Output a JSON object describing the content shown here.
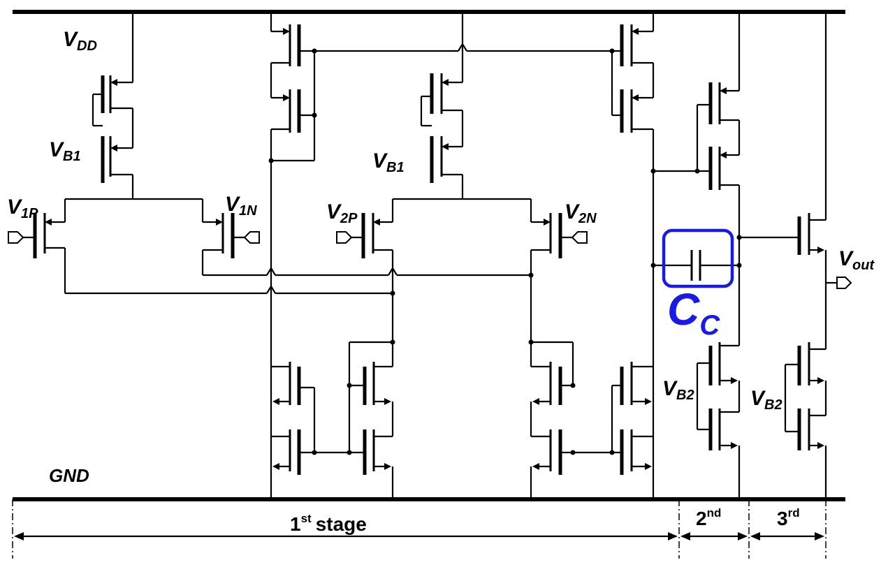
{
  "labels": {
    "vdd": {
      "main": "V",
      "sub": "DD"
    },
    "gnd": "GND",
    "vb1_left": {
      "main": "V",
      "sub": "B1"
    },
    "vb1_mid": {
      "main": "V",
      "sub": "B1"
    },
    "vb2_left": {
      "main": "V",
      "sub": "B2"
    },
    "vb2_right": {
      "main": "V",
      "sub": "B2"
    },
    "v1p": {
      "main": "V",
      "sub": "1P"
    },
    "v1n": {
      "main": "V",
      "sub": "1N"
    },
    "v2p": {
      "main": "V",
      "sub": "2P"
    },
    "v2n": {
      "main": "V",
      "sub": "2N"
    },
    "vout": {
      "main": "V",
      "sub": "out"
    },
    "cc": {
      "main": "C",
      "sub": "C"
    }
  },
  "stages": [
    {
      "num": "1",
      "sup": "st",
      "word": "stage"
    },
    {
      "num": "2",
      "sup": "nd",
      "word": ""
    },
    {
      "num": "3",
      "sup": "rd",
      "word": ""
    }
  ],
  "colors": {
    "wire": "#000000",
    "highlight": "#1a1ae6"
  }
}
